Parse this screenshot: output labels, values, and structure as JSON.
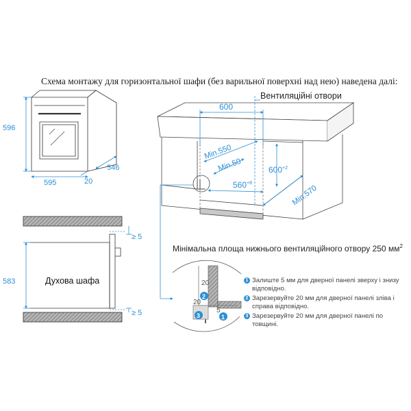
{
  "caption": "Схема монтажу для горизонтальної шафи (без варильної поверхні над нею) наведена далі:",
  "oven_front": {
    "height": "596",
    "width": "595",
    "depth": "546",
    "door": "20"
  },
  "cabinet": {
    "vent_label": "Вентиляційні отвори",
    "width_top": "600",
    "min_depth": "Min.550",
    "min_gap": "Min.50",
    "niche_height": "600",
    "niche_height_tol": "+2",
    "niche_width": "560",
    "niche_width_tol": "+8",
    "min_bottom_depth": "Min.570"
  },
  "min_area": {
    "text": "Мінімальна площа нижнього вентиляційного отвору 250 мм",
    "sup": "2"
  },
  "side": {
    "height": "583",
    "oven_label": "Духова шафа",
    "gap_top": "≥ 5",
    "gap_bottom": "≥ 5"
  },
  "detail": {
    "dim_top": "20",
    "dim_left": "20",
    "dim_bottom": "5",
    "markers": [
      "1",
      "2",
      "3"
    ]
  },
  "notes": [
    {
      "num": "1",
      "text": "Залиште 5 мм для дверної панелі зверху і знизу відповідно."
    },
    {
      "num": "2",
      "text": "Зарезервуйте 20 мм для дверної панелі зліва і справа відповідно."
    },
    {
      "num": "3",
      "text": "Зарезервуйте 20 мм для дверної панелі по товщині."
    }
  ],
  "colors": {
    "dimension": "#2b8fd6",
    "line": "#333333",
    "wall": "#8c8c8c"
  }
}
